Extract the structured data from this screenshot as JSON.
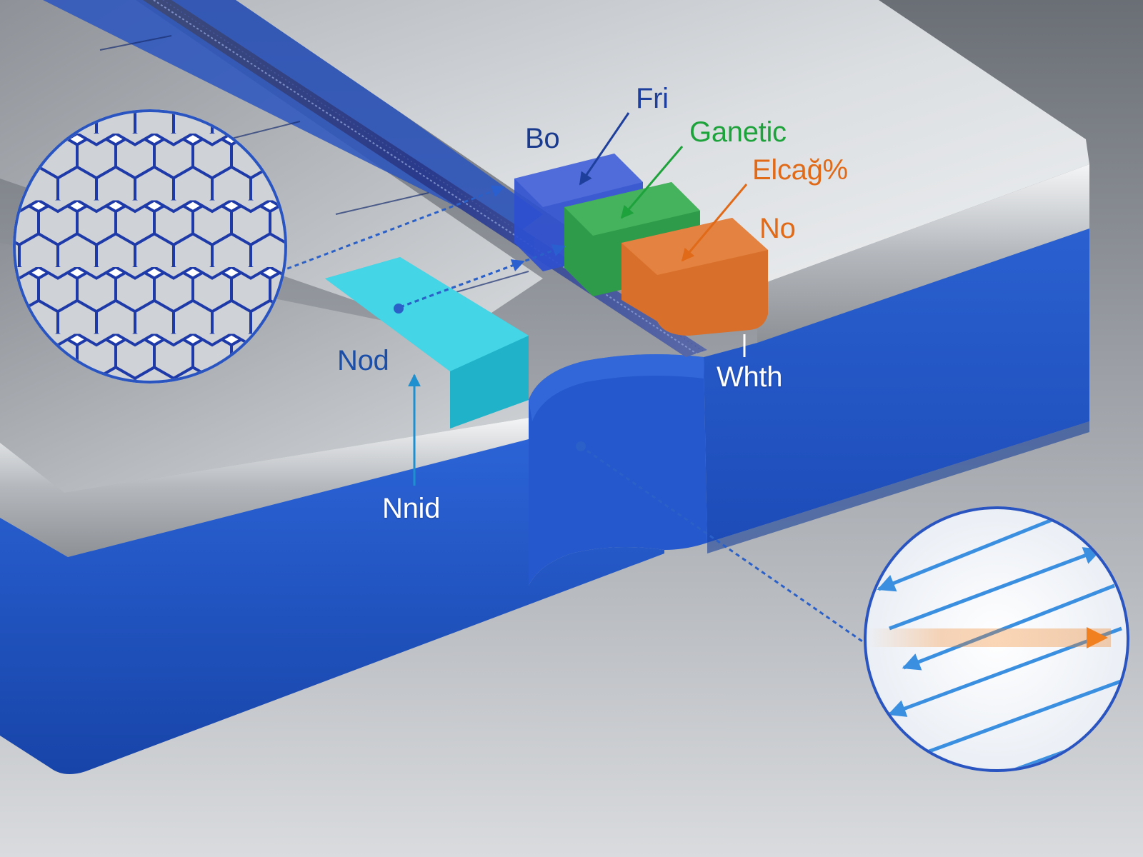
{
  "labels": {
    "fri": "Fri",
    "bo": "Bo",
    "ganetic": "Ganetic",
    "elcag": "Elcağ%",
    "no": "No",
    "nod": "Nod",
    "whth": "Whth",
    "nnid": "Nnid"
  },
  "colors": {
    "blue_body": "#1f55c4",
    "metal_surface": "#d7dadd",
    "block_blue": "#2e4fcf",
    "block_green": "#2e9b4a",
    "block_orange": "#d8702c",
    "block_cyan": "#2cc8dc",
    "arrow_blue": "#3a8fe0",
    "arrow_orange": "#f08020",
    "callout_line": "#2a60c8"
  },
  "icons": [
    "hexagon-mesh-inset",
    "field-arrows-inset"
  ]
}
